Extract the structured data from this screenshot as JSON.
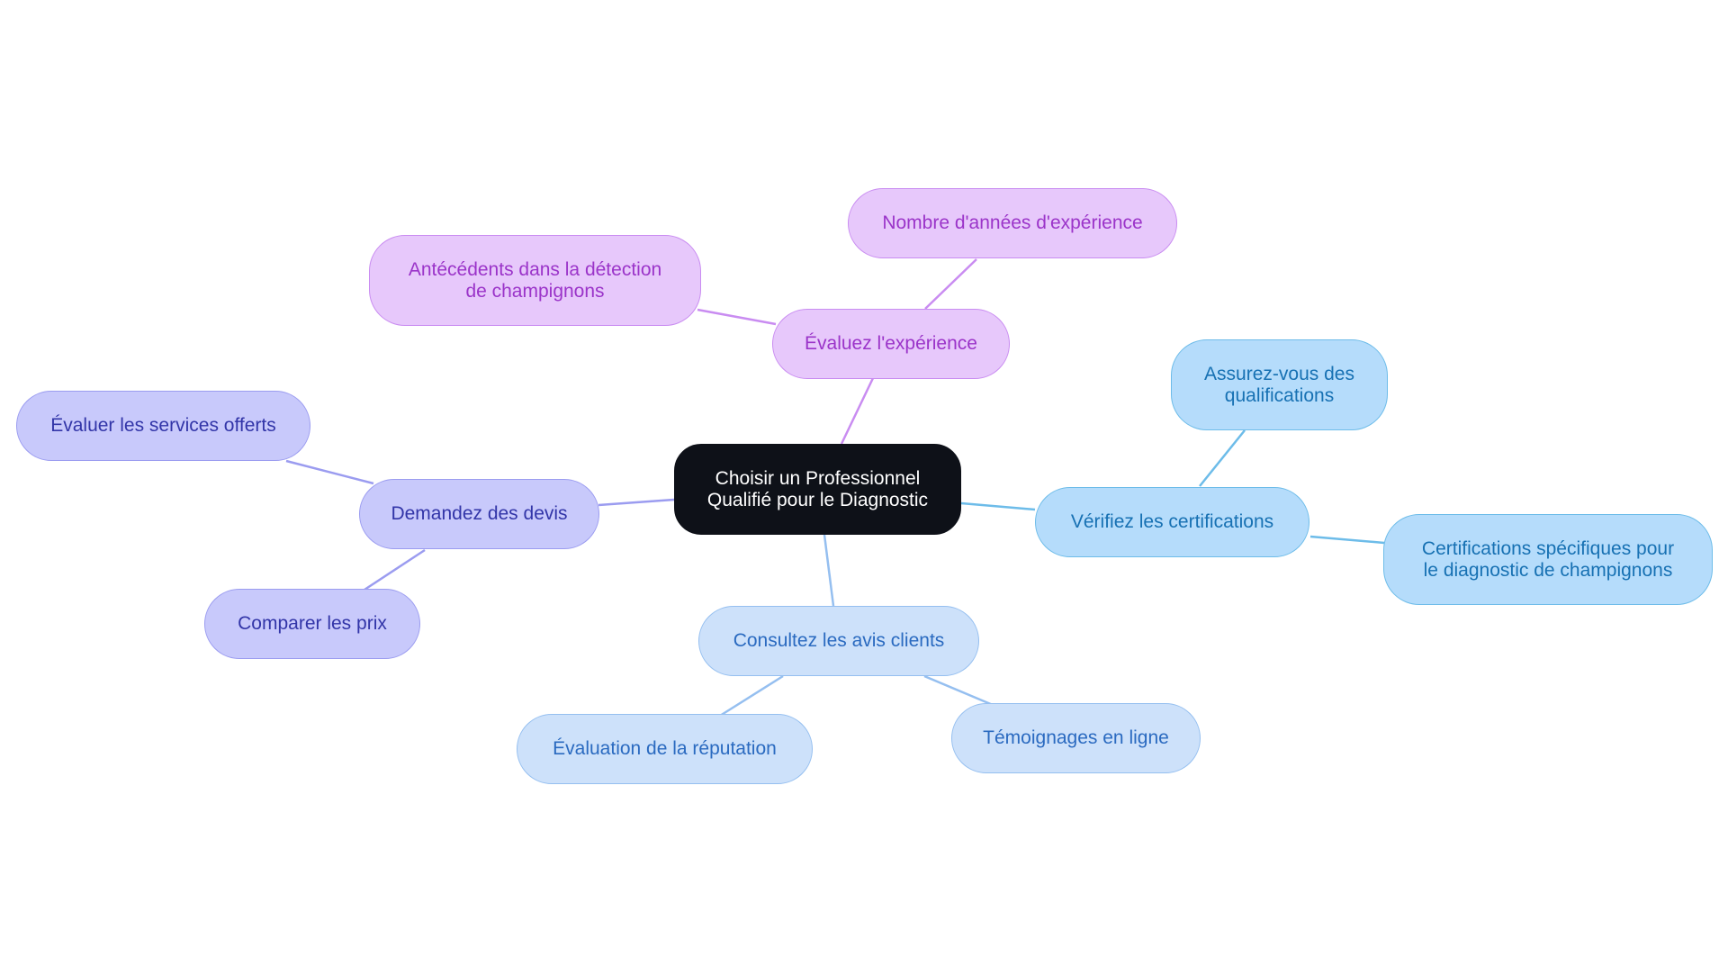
{
  "colors": {
    "center_fill": "#0e1118",
    "purple_fill": "#e7c8fb",
    "purple_stroke": "#c98cf1",
    "purple_text": "#9b34c9",
    "indigo_fill": "#c8c9fb",
    "indigo_stroke": "#9b9cf0",
    "indigo_text": "#3235a8",
    "sky_fill": "#b5dcfb",
    "sky_stroke": "#6dbce9",
    "sky_text": "#1771b3",
    "light_fill": "#cde1fa",
    "light_stroke": "#95bff0",
    "light_text": "#2a6ac0"
  },
  "center": {
    "line1": "Choisir un Professionnel",
    "line2": "Qualifié pour le Diagnostic"
  },
  "branches": {
    "experience": {
      "label": "Évaluez l'expérience",
      "children": [
        {
          "line1": "Nombre d'années d'expérience",
          "line2": ""
        },
        {
          "line1": "Antécédents dans la détection",
          "line2": "de champignons"
        }
      ]
    },
    "devis": {
      "label": "Demandez des devis",
      "children": [
        {
          "line1": "Évaluer les services offerts",
          "line2": ""
        },
        {
          "line1": "Comparer les prix",
          "line2": ""
        }
      ]
    },
    "certifications": {
      "label": "Vérifiez les certifications",
      "children": [
        {
          "line1": "Assurez-vous des",
          "line2": "qualifications"
        },
        {
          "line1": "Certifications spécifiques pour",
          "line2": "le diagnostic de champignons"
        }
      ]
    },
    "avis": {
      "label": "Consultez les avis clients",
      "children": [
        {
          "line1": "Évaluation de la réputation",
          "line2": ""
        },
        {
          "line1": "Témoignages en ligne",
          "line2": ""
        }
      ]
    }
  }
}
